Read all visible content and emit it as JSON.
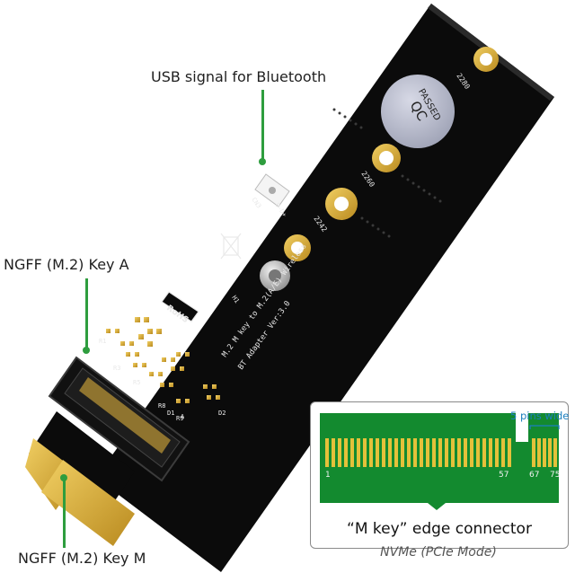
{
  "callouts": {
    "usb_signal": "USB signal for Bluetooth",
    "key_a": "NGFF (M.2) Key A",
    "key_m": "NGFF (M.2) Key M"
  },
  "board": {
    "silkscreen_line1": "M.2 M key to M.2(A/E) Wireless",
    "silkscreen_line2": "BT Adapter Ver:3.0",
    "rohs_mark": "RoHS",
    "qc_sticker_line1": "QC",
    "qc_sticker_line2": "PASSED",
    "mount_2280": "2280",
    "mount_2260": "2260",
    "mount_2242": "2242",
    "connector_label": "CN3",
    "connector_pins": "D-D+",
    "h1_label": "H1",
    "components": [
      "R1",
      "R3",
      "R5",
      "R8",
      "R9",
      "D1",
      "D2"
    ],
    "slot_label_a": "A"
  },
  "inset": {
    "pins_label": "5 pins wide",
    "pin_numbers": [
      "1",
      "57",
      "67",
      "75"
    ],
    "caption": "“M key”  edge connector",
    "subcaption": "NVMe (PCIe Mode)"
  },
  "colors": {
    "pcb": "#0b0b0b",
    "gold": "#d9ad34",
    "leader_green": "#2e9d3e",
    "inset_green": "#138a2f",
    "inset_gold": "#e4c13a",
    "label_blue": "#1c7fbf"
  }
}
